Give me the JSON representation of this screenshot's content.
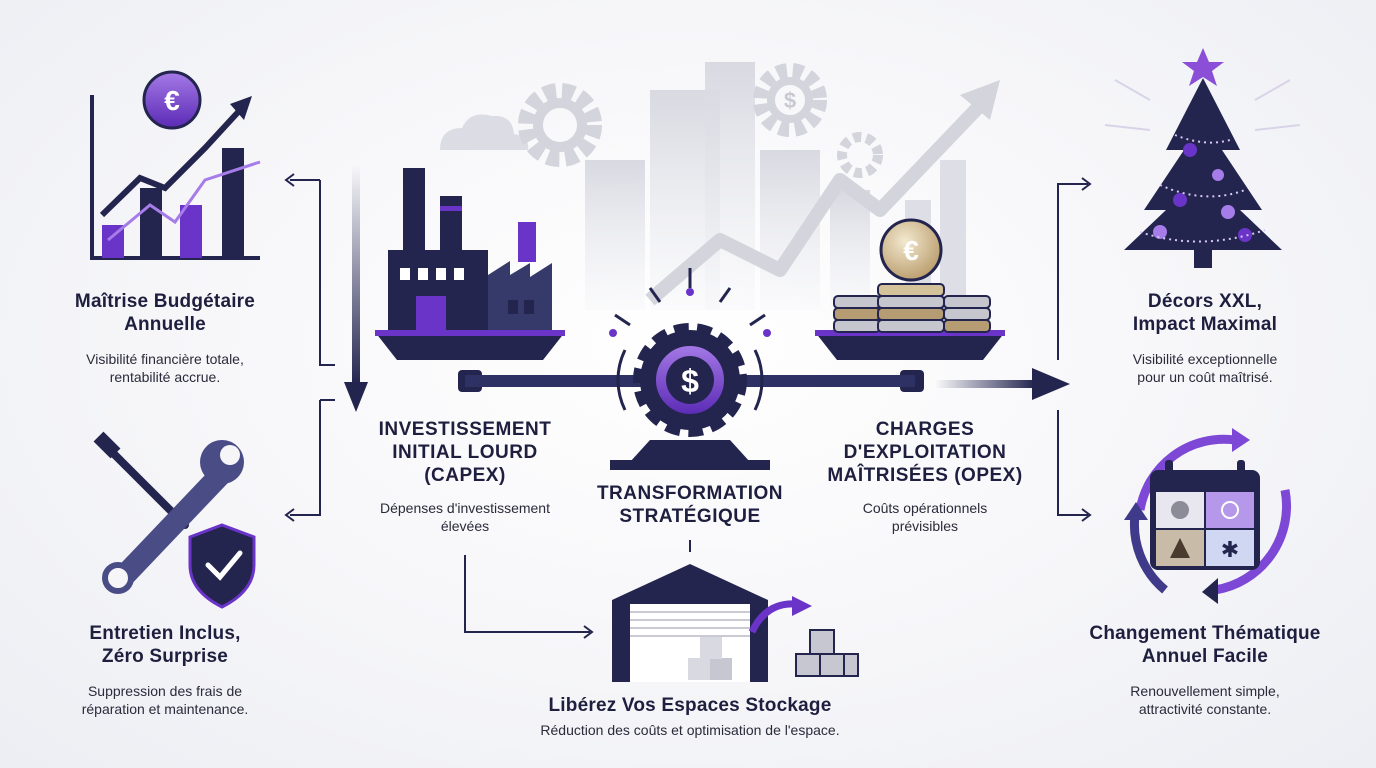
{
  "left": {
    "budget": {
      "title_line1": "Maîtrise Budgétaire",
      "title_line2": "Annuelle",
      "desc_line1": "Visibilité financière totale,",
      "desc_line2": "rentabilité accrue."
    },
    "maintenance": {
      "title_line1": "Entretien Inclus,",
      "title_line2": "Zéro Surprise",
      "desc_line1": "Suppression des frais de",
      "desc_line2": "réparation et maintenance."
    }
  },
  "center": {
    "capex": {
      "title_line1": "INVESTISSEMENT",
      "title_line2": "INITIAL LOURD",
      "title_line3": "(CAPEX)",
      "desc_line1": "Dépenses d'investissement",
      "desc_line2": "élevées"
    },
    "transformation": {
      "title_line1": "TRANSFORMATION",
      "title_line2": "STRATÉGIQUE"
    },
    "opex": {
      "title_line1": "CHARGES",
      "title_line2": "D'EXPLOITATION",
      "title_line3": "MAÎTRISÉES (OPEX)",
      "desc_line1": "Coûts opérationnels",
      "desc_line2": "prévisibles"
    },
    "storage": {
      "title": "Libérez Vos Espaces Stockage",
      "desc": "Réduction des coûts et optimisation de l'espace."
    }
  },
  "right": {
    "decor": {
      "title_line1": "Décors XXL,",
      "title_line2": "Impact Maximal",
      "desc_line1": "Visibilité exceptionnelle",
      "desc_line2": "pour un coût maîtrisé."
    },
    "theme": {
      "title_line1": "Changement Thématique",
      "title_line2": "Annuel Facile",
      "desc_line1": "Renouvellement simple,",
      "desc_line2": "attractivité constante."
    }
  },
  "icons": {
    "euro_symbol": "€",
    "dollar_symbol": "$"
  },
  "colors": {
    "navy": "#23254f",
    "purple": "#6b34c9",
    "light_purple": "#a67ce8",
    "grey_bg_shapes": "#d9dae2"
  }
}
